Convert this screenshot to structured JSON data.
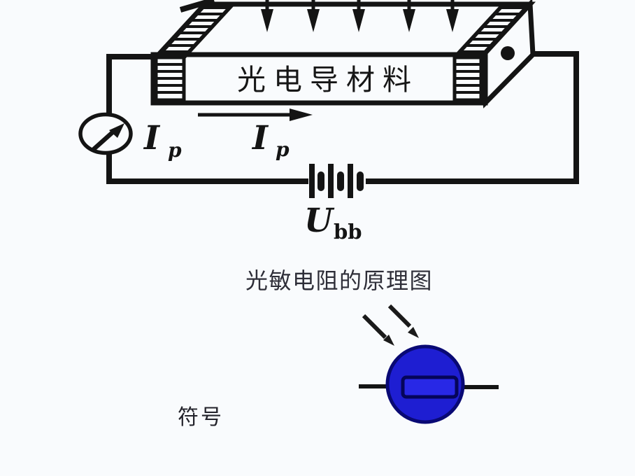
{
  "labels": {
    "box_material": "光电导材料",
    "caption": "光敏电阻的原理图",
    "symbol_caption": "符号",
    "ammeter_current_main": "I",
    "ammeter_current_sub": "p",
    "flow_current_main": "I",
    "flow_current_sub": "p",
    "battery_main": "U",
    "battery_sub": "bb"
  },
  "colors": {
    "background": "#f9fbfd",
    "ink": "#141414",
    "symbol_circle_fill": "#1e1ed2",
    "symbol_circle_outline": "#090974",
    "symbol_resistor_fill": "#2828e6",
    "symbol_resistor_outline": "#05055a"
  }
}
